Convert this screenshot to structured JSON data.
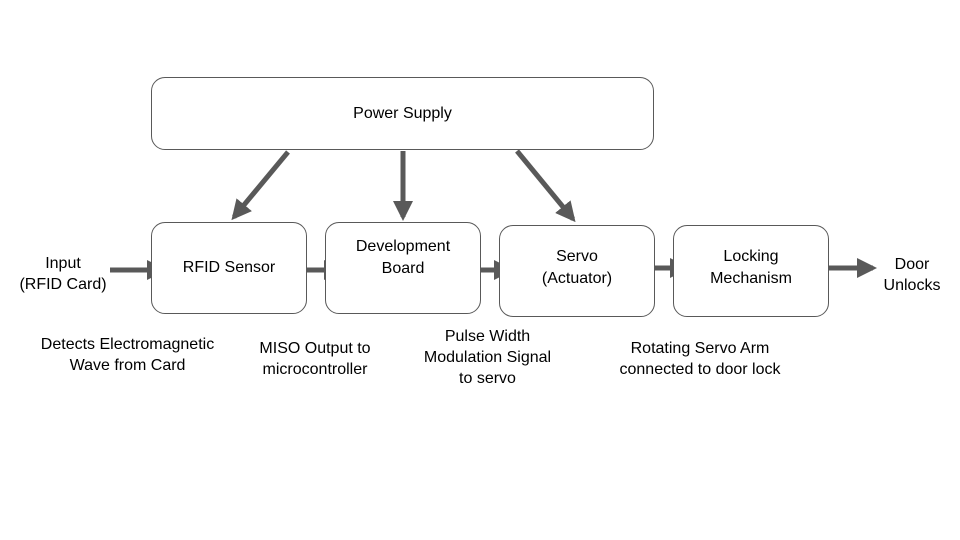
{
  "diagram": {
    "boxes": {
      "power_supply": "Power Supply",
      "rfid_sensor": "RFID Sensor",
      "development_board": "Development\nBoard",
      "servo": "Servo\n(Actuator)",
      "locking_mechanism": "Locking\nMechanism"
    },
    "labels": {
      "input": "Input\n(RFID Card)",
      "door": "Door\nUnlocks",
      "rfid_desc": "Detects Electromagnetic\nWave from Card",
      "dev_desc": "MISO Output to\nmicrocontroller",
      "servo_desc": "Pulse Width\nModulation Signal\nto servo",
      "lock_desc": "Rotating Servo Arm\nconnected to door lock"
    },
    "colors": {
      "arrow": "#595959",
      "box_border": "#595959"
    }
  }
}
